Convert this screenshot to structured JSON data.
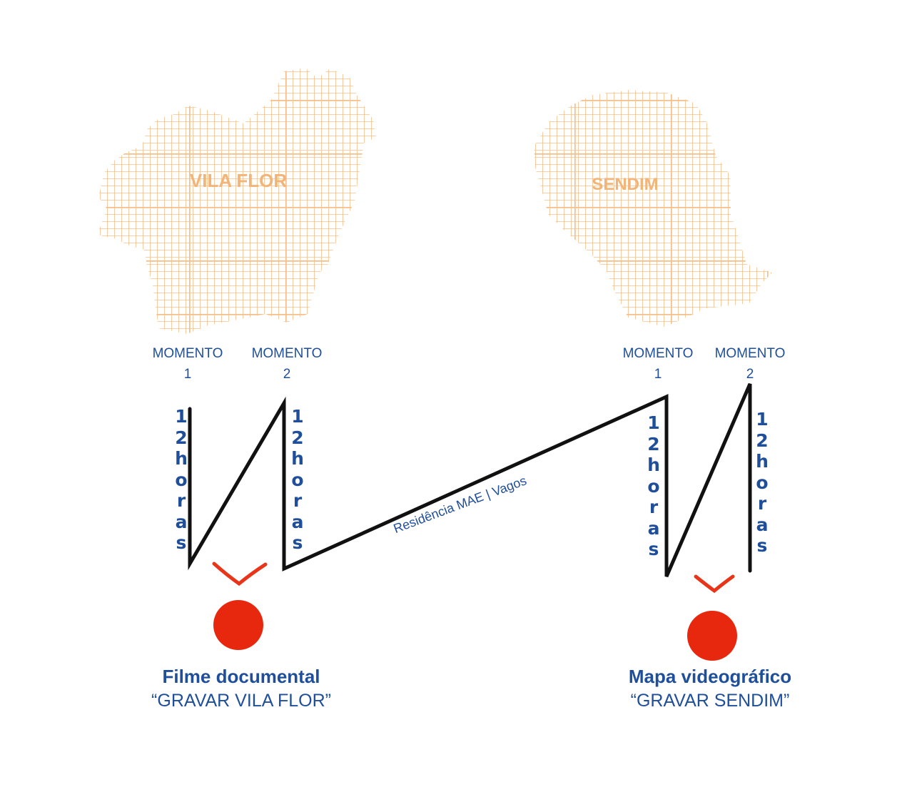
{
  "places": {
    "left": {
      "name": "VILA FLOR"
    },
    "right": {
      "name": "SENDIM"
    }
  },
  "moments": [
    {
      "label": "MOMENTO",
      "number": "1"
    },
    {
      "label": "MOMENTO",
      "number": "2"
    },
    {
      "label": "MOMENTO",
      "number": "1"
    },
    {
      "label": "MOMENTO",
      "number": "2"
    }
  ],
  "duration_text": "12horas",
  "route": {
    "label": "Residência MAE | Vagos"
  },
  "outputs": {
    "left": {
      "title": "Filme documental",
      "subtitle": "“GRAVAR VILA FLOR”"
    },
    "right": {
      "title": "Mapa videográfico",
      "subtitle": "“GRAVAR SENDIM”"
    }
  },
  "colors": {
    "grid": "#f6bf8a",
    "grid_label": "#f3b477",
    "text": "#1f4e9a",
    "line": "#111111",
    "record_dot": "#e8270f",
    "check_mark": "#e8351a"
  }
}
